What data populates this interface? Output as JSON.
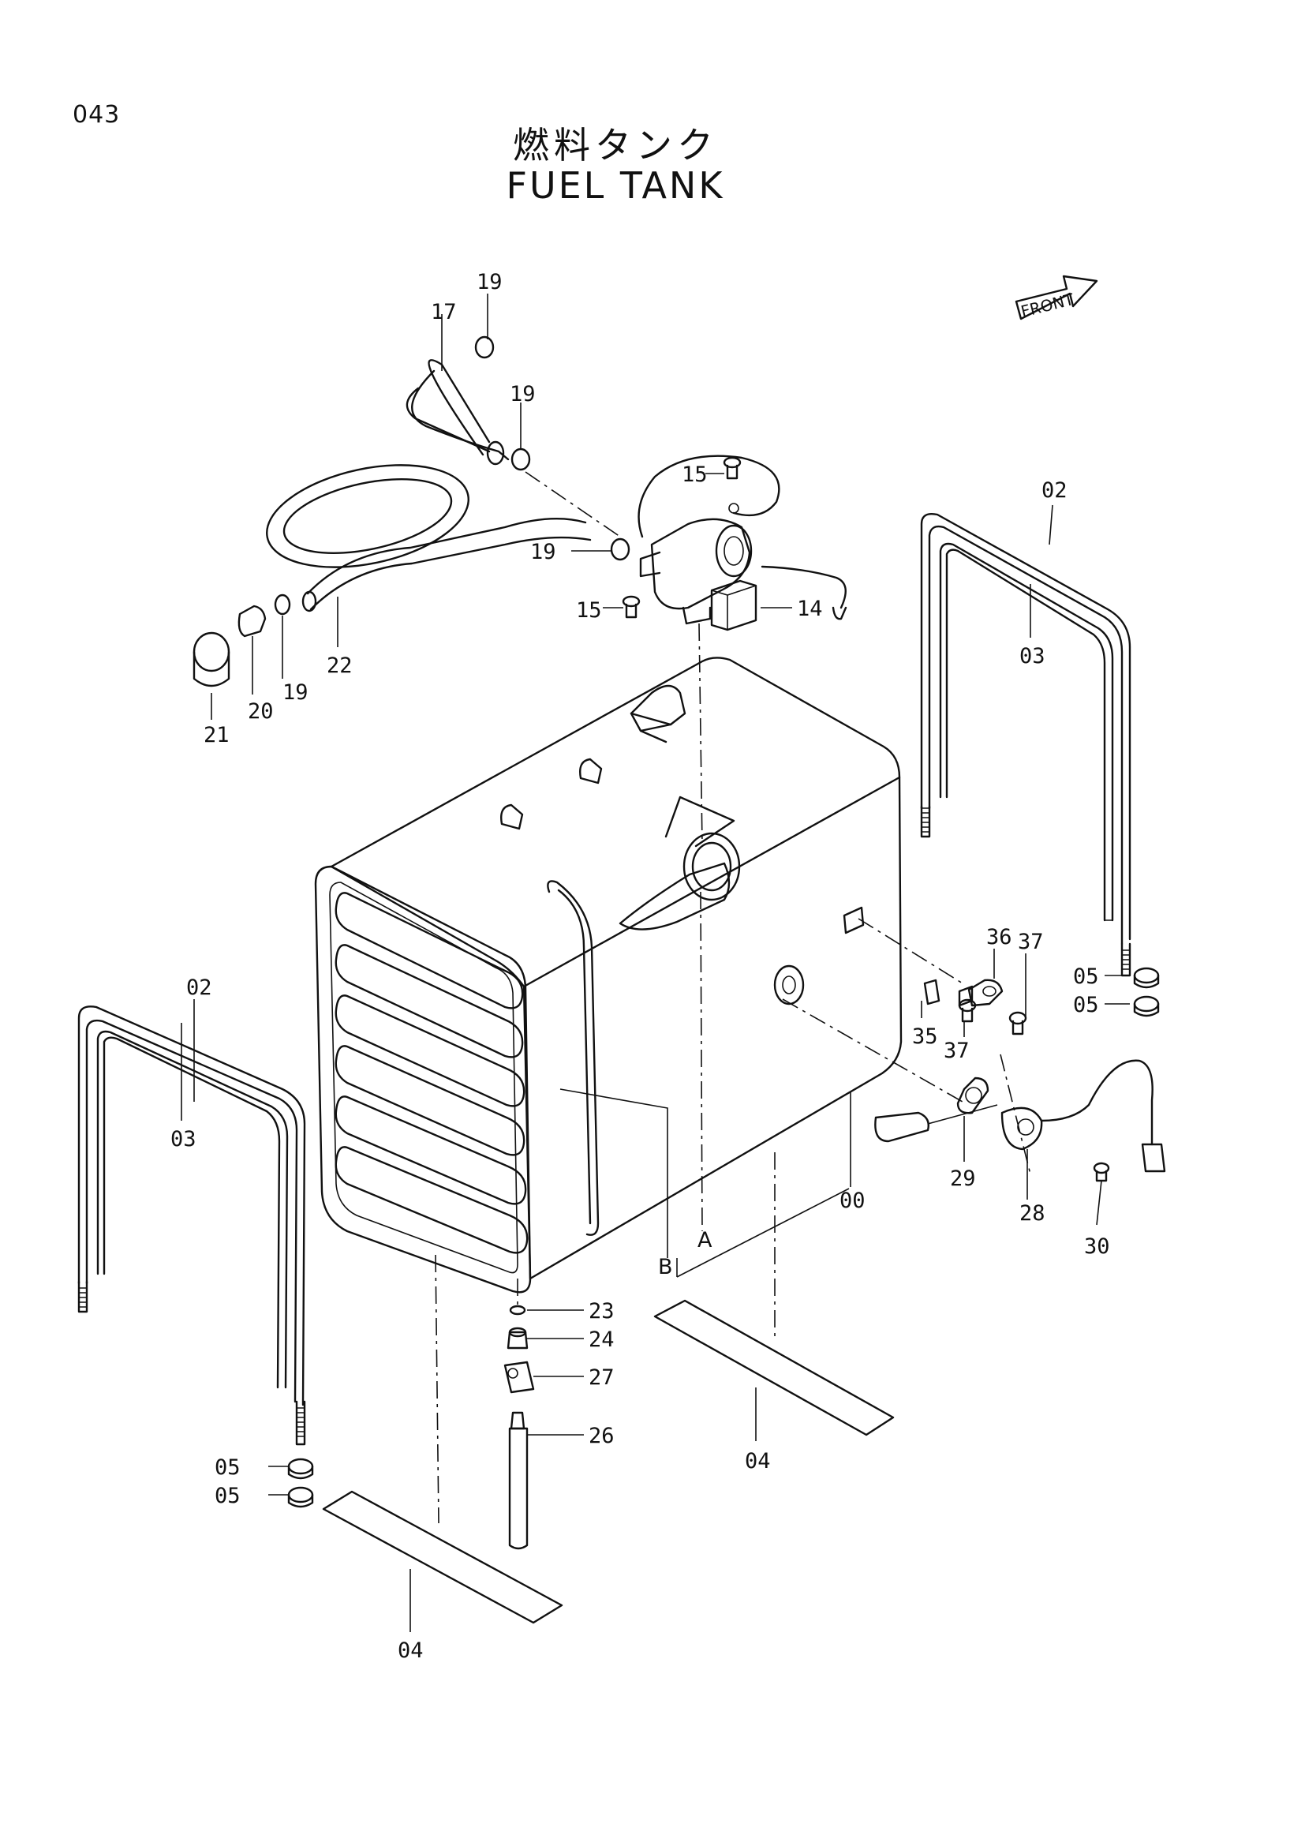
{
  "header": {
    "page_number": "043",
    "title_jp": "燃料タンク",
    "title_en": "FUEL TANK"
  },
  "front_arrow": {
    "label": "FRONT"
  },
  "callouts": {
    "c00": "00",
    "c02": "02",
    "c03": "03",
    "c04": "04",
    "c05": "05",
    "c14": "14",
    "c15": "15",
    "c17": "17",
    "c19": "19",
    "c20": "20",
    "c21": "21",
    "c22": "22",
    "c23": "23",
    "c24": "24",
    "c26": "26",
    "c27": "27",
    "c28": "28",
    "c29": "29",
    "c30": "30",
    "c35": "35",
    "c36": "36",
    "c37": "37",
    "cA": "A",
    "cB": "B"
  }
}
